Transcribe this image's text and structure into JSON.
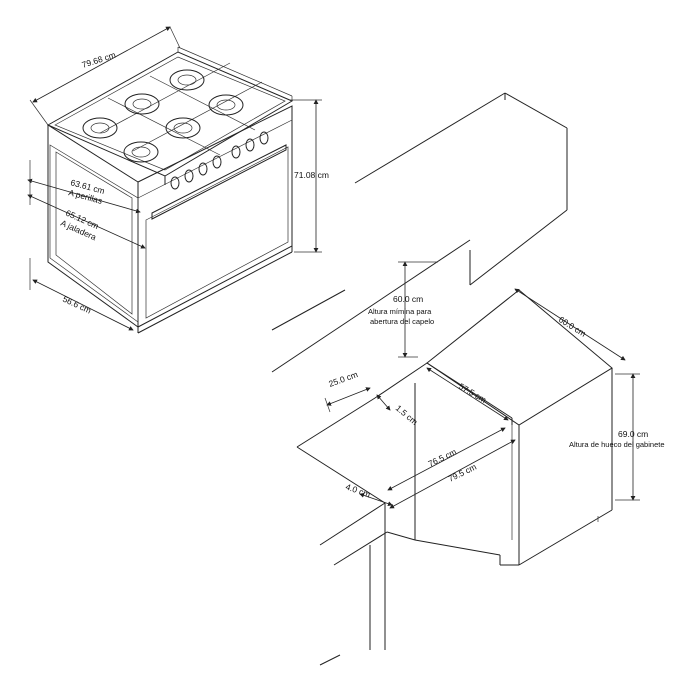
{
  "stove": {
    "width": "79.68 cm",
    "height": "71.08 cm",
    "depth": "56.6 cm",
    "to_knobs_value": "63.61 cm",
    "to_knobs_label": "A perillas",
    "to_handle_value": "65.12 cm",
    "to_handle_label": "A jaladera"
  },
  "installation": {
    "hood_clearance_value": "60.0 cm",
    "hood_clearance_line1": "Altura mímina para",
    "hood_clearance_line2": "abertura del capelo",
    "cabinet_depth": "60.0 cm",
    "cabinet_height_value": "69.0 cm",
    "cabinet_height_label": "Altura de hueco del gabinete",
    "side_depth": "25.0 cm",
    "side_gap": "1.5 cm",
    "opening_depth": "57.5 cm",
    "opening_inner_width": "76.5 cm",
    "opening_outer_width": "79.5 cm",
    "front_offset": "4.0 cm"
  }
}
